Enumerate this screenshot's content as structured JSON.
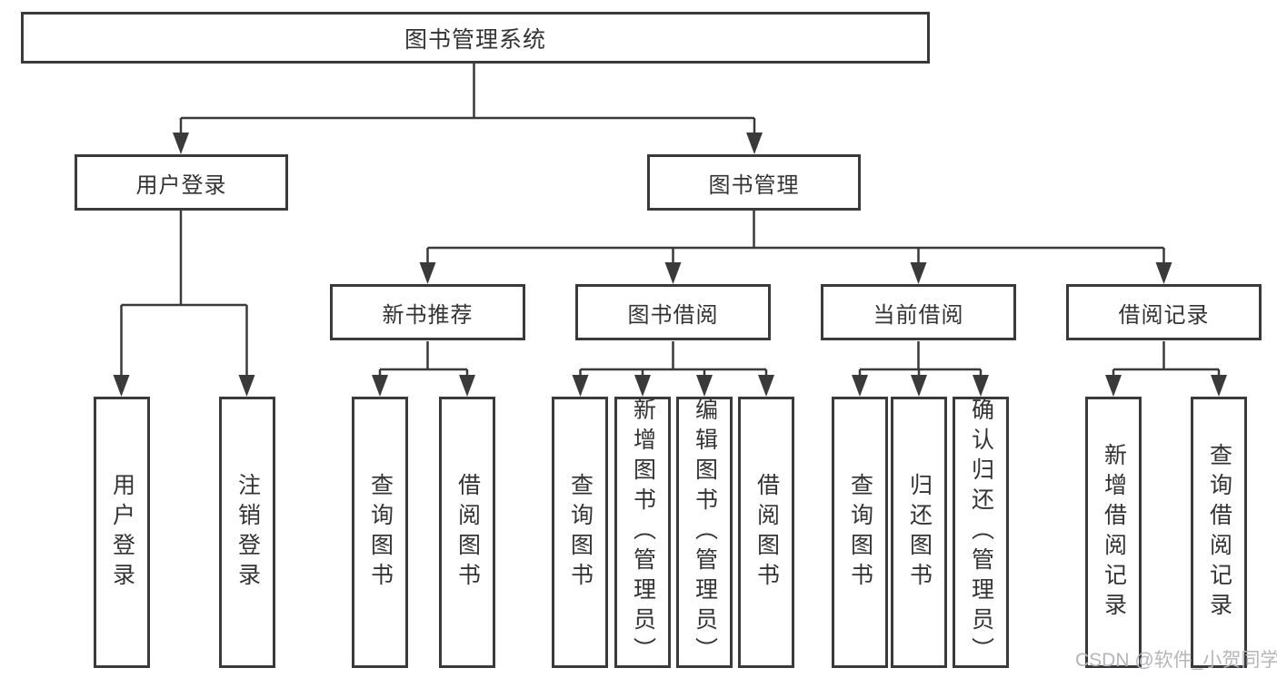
{
  "tree": {
    "root": "图书管理系统",
    "branches": [
      {
        "label": "用户登录",
        "children": [
          {
            "label": "用户登录"
          },
          {
            "label": "注销登录"
          }
        ]
      },
      {
        "label": "图书管理",
        "children": [
          {
            "label": "新书推荐",
            "children": [
              {
                "label": "查询图书"
              },
              {
                "label": "借阅图书"
              }
            ]
          },
          {
            "label": "图书借阅",
            "children": [
              {
                "label": "查询图书"
              },
              {
                "label": "新增图书（管理员）"
              },
              {
                "label": "编辑图书（管理员）"
              },
              {
                "label": "借阅图书"
              }
            ]
          },
          {
            "label": "当前借阅",
            "children": [
              {
                "label": "查询图书"
              },
              {
                "label": "归还图书"
              },
              {
                "label": "确认归还（管理员）"
              }
            ]
          },
          {
            "label": "借阅记录",
            "children": [
              {
                "label": "新增借阅记录"
              },
              {
                "label": "查询借阅记录"
              }
            ]
          }
        ]
      }
    ]
  },
  "watermark": "CSDN @软件_小贺同学",
  "colors": {
    "line": "#3a3a3a",
    "text": "#333333",
    "watermark": "#b5b5ba",
    "background": "#ffffff"
  }
}
